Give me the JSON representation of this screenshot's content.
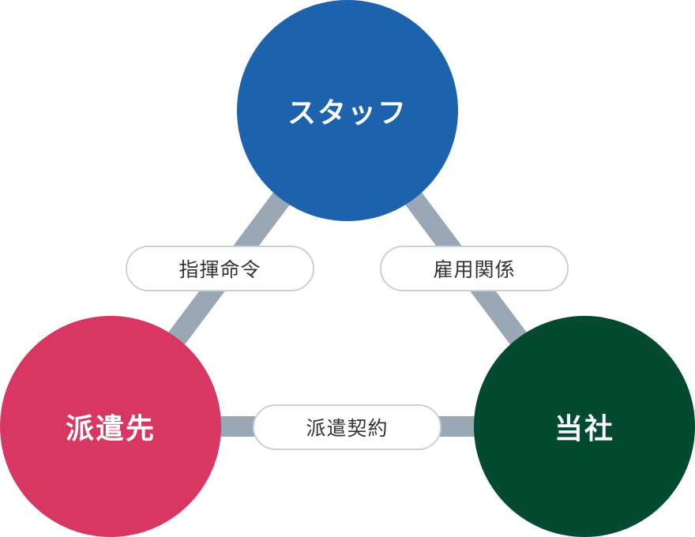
{
  "nodes": {
    "staff": {
      "label": "スタッフ",
      "color": "#1c62ad"
    },
    "client": {
      "label": "派遣先",
      "color": "#d83764"
    },
    "company": {
      "label": "当社",
      "color": "#034a31"
    }
  },
  "relations": {
    "command": {
      "label": "指揮命令"
    },
    "employment": {
      "label": "雇用関係"
    },
    "dispatch": {
      "label": "派遣契約"
    }
  },
  "connector_color": "#9aa7b5"
}
